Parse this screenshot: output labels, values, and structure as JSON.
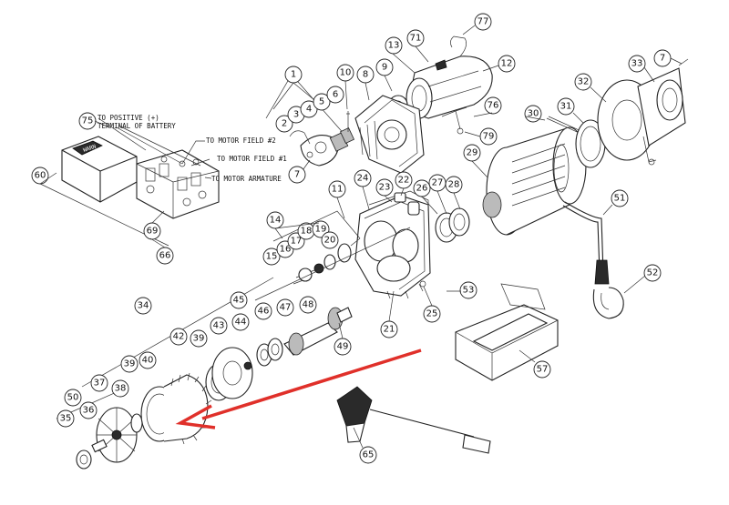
{
  "parts": [
    {
      "id": "1",
      "label": "1"
    },
    {
      "id": "2",
      "label": "2"
    },
    {
      "id": "3",
      "label": "3"
    },
    {
      "id": "4",
      "label": "4"
    },
    {
      "id": "5",
      "label": "5"
    },
    {
      "id": "6",
      "label": "6"
    },
    {
      "id": "7a",
      "label": "7"
    },
    {
      "id": "7b",
      "label": "7"
    },
    {
      "id": "8",
      "label": "8"
    },
    {
      "id": "9",
      "label": "9"
    },
    {
      "id": "10",
      "label": "10"
    },
    {
      "id": "11",
      "label": "11"
    },
    {
      "id": "12",
      "label": "12"
    },
    {
      "id": "13",
      "label": "13"
    },
    {
      "id": "14",
      "label": "14"
    },
    {
      "id": "15",
      "label": "15"
    },
    {
      "id": "16",
      "label": "16"
    },
    {
      "id": "17",
      "label": "17"
    },
    {
      "id": "18",
      "label": "18"
    },
    {
      "id": "19",
      "label": "19"
    },
    {
      "id": "20",
      "label": "20"
    },
    {
      "id": "21",
      "label": "21"
    },
    {
      "id": "22",
      "label": "22"
    },
    {
      "id": "23",
      "label": "23"
    },
    {
      "id": "24",
      "label": "24"
    },
    {
      "id": "25",
      "label": "25"
    },
    {
      "id": "26",
      "label": "26"
    },
    {
      "id": "27",
      "label": "27"
    },
    {
      "id": "28",
      "label": "28"
    },
    {
      "id": "29",
      "label": "29"
    },
    {
      "id": "30",
      "label": "30"
    },
    {
      "id": "31",
      "label": "31"
    },
    {
      "id": "32",
      "label": "32"
    },
    {
      "id": "33",
      "label": "33"
    },
    {
      "id": "34",
      "label": "34"
    },
    {
      "id": "35",
      "label": "35"
    },
    {
      "id": "36",
      "label": "36"
    },
    {
      "id": "37",
      "label": "37"
    },
    {
      "id": "38",
      "label": "38"
    },
    {
      "id": "39a",
      "label": "39"
    },
    {
      "id": "39b",
      "label": "39"
    },
    {
      "id": "40",
      "label": "40"
    },
    {
      "id": "42",
      "label": "42"
    },
    {
      "id": "43",
      "label": "43"
    },
    {
      "id": "44",
      "label": "44"
    },
    {
      "id": "45",
      "label": "45"
    },
    {
      "id": "46",
      "label": "46"
    },
    {
      "id": "47",
      "label": "47"
    },
    {
      "id": "48",
      "label": "48"
    },
    {
      "id": "49",
      "label": "49"
    },
    {
      "id": "50",
      "label": "50"
    },
    {
      "id": "51",
      "label": "51"
    },
    {
      "id": "52",
      "label": "52"
    },
    {
      "id": "53",
      "label": "53"
    },
    {
      "id": "57",
      "label": "57"
    },
    {
      "id": "60",
      "label": "60"
    },
    {
      "id": "65",
      "label": "65"
    },
    {
      "id": "66",
      "label": "66"
    },
    {
      "id": "69",
      "label": "69"
    },
    {
      "id": "71",
      "label": "71"
    },
    {
      "id": "75",
      "label": "75"
    },
    {
      "id": "76",
      "label": "76"
    },
    {
      "id": "77",
      "label": "77"
    },
    {
      "id": "79",
      "label": "79"
    },
    {
      "id": "7c",
      "label": "7"
    }
  ],
  "notes": {
    "positive_terminal_line1": "TO POSITIVE (+)",
    "positive_terminal_line2": "TERMINAL OF BATTERY",
    "motor_field_2": "TO MOTOR FIELD #2",
    "motor_field_1": "TO MOTOR FIELD #1",
    "motor_armature": "TO MOTOR ARMATURE"
  },
  "control_box_logo": "WARN",
  "colors": {
    "line": "#222222",
    "arrow": "#e0302a",
    "background": "#ffffff"
  }
}
